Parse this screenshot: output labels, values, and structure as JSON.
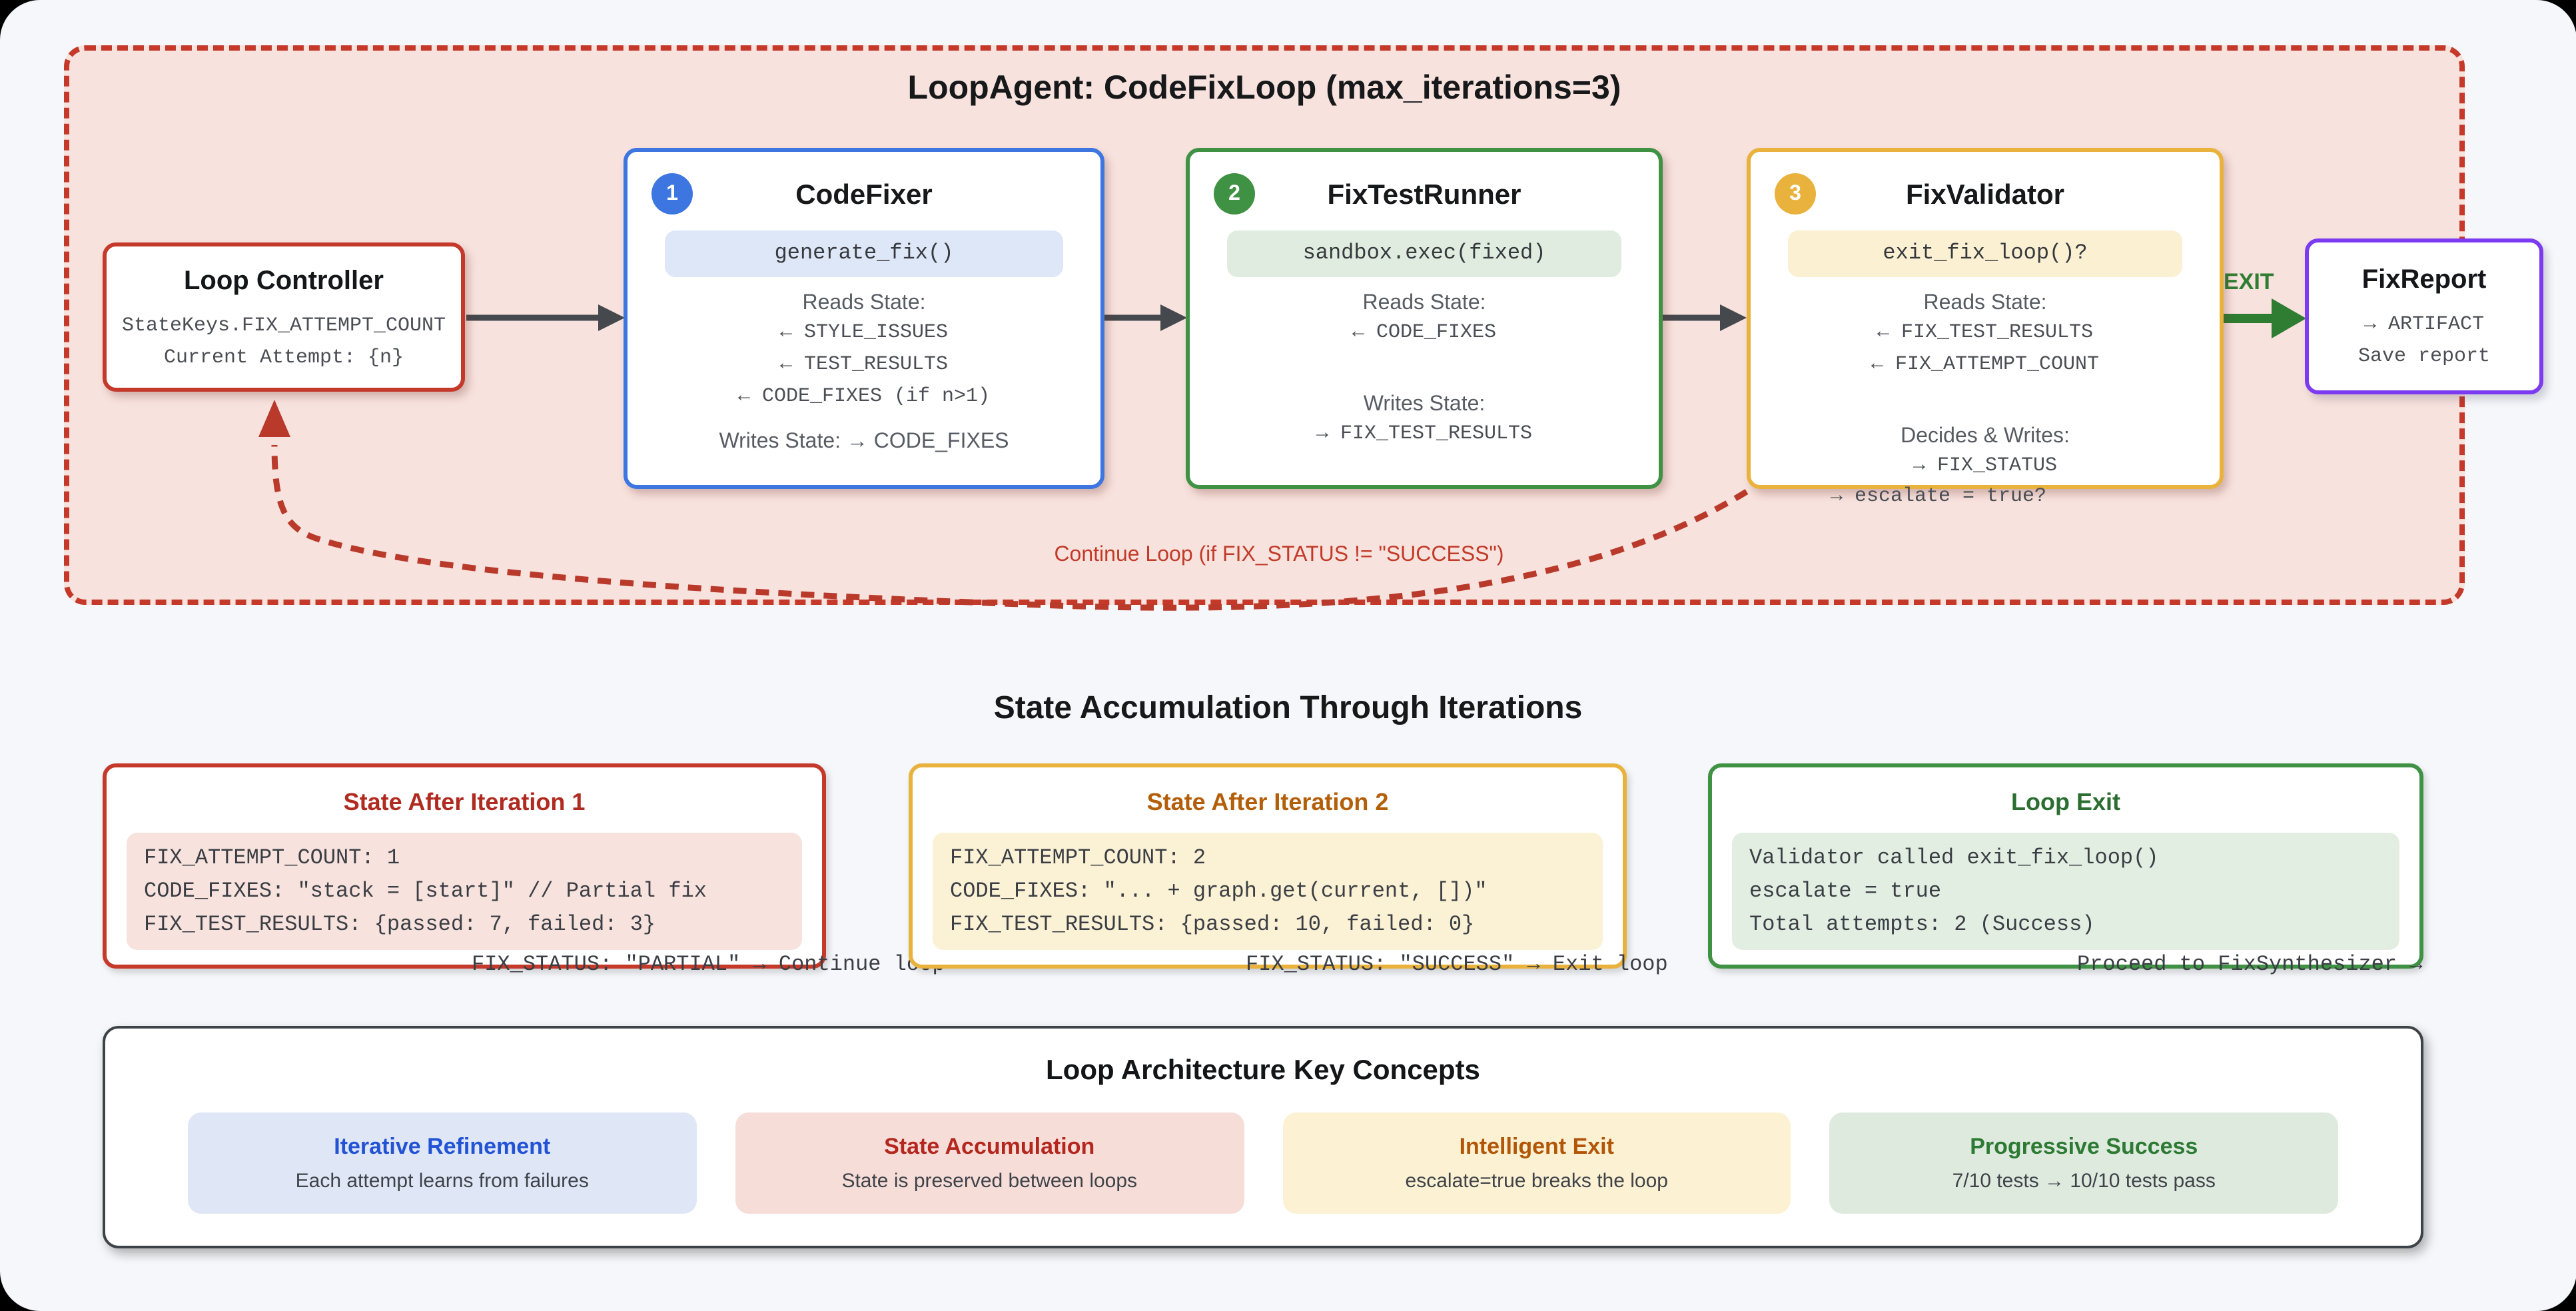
{
  "loop": {
    "title": "LoopAgent: CodeFixLoop (max_iterations=3)",
    "continue_label": "Continue Loop (if FIX_STATUS != \"SUCCESS\")",
    "exit_label": "EXIT"
  },
  "nodes": {
    "loop_controller": {
      "title": "Loop Controller",
      "lines": [
        "StateKeys.FIX_ATTEMPT_COUNT",
        "Current Attempt: {n}"
      ]
    },
    "code_fixer": {
      "badge": "1",
      "title": "CodeFixer",
      "method": "generate_fix()",
      "reads_label": "Reads State:",
      "reads": [
        "← STYLE_ISSUES",
        "← TEST_RESULTS",
        "← CODE_FIXES (if n>1)"
      ],
      "writes_line": "Writes State: → CODE_FIXES"
    },
    "fix_test_runner": {
      "badge": "2",
      "title": "FixTestRunner",
      "method": "sandbox.exec(fixed)",
      "reads_label": "Reads State:",
      "reads": [
        "← CODE_FIXES"
      ],
      "writes_label": "Writes State:",
      "writes": [
        "→ FIX_TEST_RESULTS"
      ]
    },
    "fix_validator": {
      "badge": "3",
      "title": "FixValidator",
      "method": "exit_fix_loop()?",
      "reads_label": "Reads State:",
      "reads": [
        "← FIX_TEST_RESULTS",
        "← FIX_ATTEMPT_COUNT"
      ],
      "writes_label": "Decides & Writes:",
      "writes": [
        "→ FIX_STATUS"
      ],
      "overflow_line": "→ escalate = true?"
    },
    "fix_report": {
      "title": "FixReport",
      "lines": [
        "→ ARTIFACT",
        "Save report"
      ]
    }
  },
  "states": {
    "heading": "State Accumulation Through Iterations",
    "boxes": [
      {
        "title": "State After Iteration 1",
        "code": [
          "FIX_ATTEMPT_COUNT: 1",
          "CODE_FIXES: \"stack = [start]\" // Partial fix",
          "FIX_TEST_RESULTS: {passed: 7, failed: 3}"
        ],
        "overflow": "FIX_STATUS: \"PARTIAL\" → Continue loop"
      },
      {
        "title": "State After Iteration 2",
        "code": [
          "FIX_ATTEMPT_COUNT: 2",
          "CODE_FIXES: \"... + graph.get(current, [])\"",
          "FIX_TEST_RESULTS: {passed: 10, failed: 0}"
        ],
        "overflow": "FIX_STATUS: \"SUCCESS\" → Exit loop"
      },
      {
        "title": "Loop Exit",
        "code": [
          "Validator called exit_fix_loop()",
          "escalate = true",
          "Total attempts: 2 (Success)"
        ],
        "overflow": "Proceed to FixSynthesizer →"
      }
    ]
  },
  "concepts": {
    "heading": "Loop Architecture Key Concepts",
    "items": [
      {
        "title": "Iterative Refinement",
        "desc": "Each attempt learns from failures"
      },
      {
        "title": "State Accumulation",
        "desc": "State is preserved between loops"
      },
      {
        "title": "Intelligent Exit",
        "desc": "escalate=true breaks the loop"
      },
      {
        "title": "Progressive Success",
        "desc": "7/10 tests → 10/10 tests pass"
      }
    ]
  },
  "colors": {
    "loop_border_red": "#c4392a",
    "loop_bg": "#f8e2dd",
    "blue": "#3d76e0",
    "green": "#3f9144",
    "amber": "#e9b23c",
    "purple": "#7c3bf0",
    "exit_green": "#2e7d32",
    "arrow_gray": "#45484d",
    "page_bg": "#f5f7fa"
  }
}
